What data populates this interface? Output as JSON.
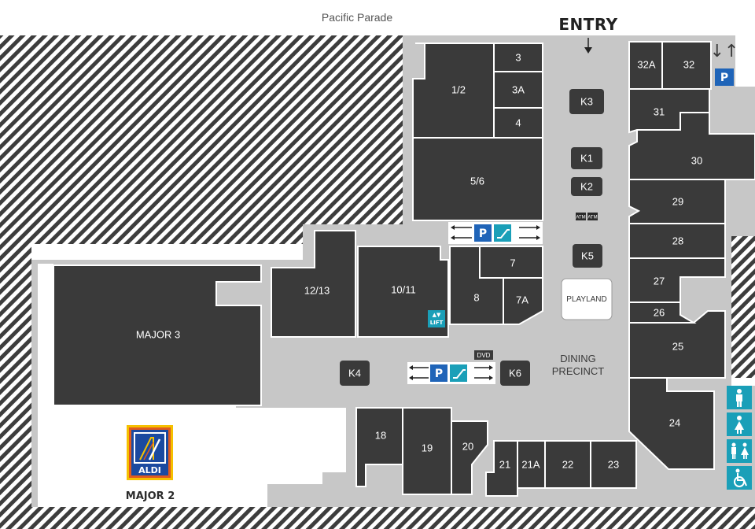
{
  "street": "Pacific Parade",
  "entry": "ENTRY",
  "dining": [
    "DINING",
    "PRECINCT"
  ],
  "playland": "PLAYLAND",
  "aldi": {
    "brand": "ALDI",
    "major": "MAJOR 2",
    "colors": {
      "blue": "#1b4aa0",
      "yellow": "#f5c000",
      "orange": "#e05a1e"
    }
  },
  "shops": {
    "s1_2": "1/2",
    "s3": "3",
    "s3a": "3A",
    "s4": "4",
    "s5_6": "5/6",
    "s7": "7",
    "s7a": "7A",
    "s8": "8",
    "s10_11": "10/11",
    "s12_13": "12/13",
    "major3": "MAJOR 3",
    "s18": "18",
    "s19": "19",
    "s20": "20",
    "s21": "21",
    "s21a": "21A",
    "s22": "22",
    "s23": "23",
    "s24": "24",
    "s25": "25",
    "s26": "26",
    "s27": "27",
    "s28": "28",
    "s29": "29",
    "s30": "30",
    "s31": "31",
    "s32": "32",
    "s32a": "32A"
  },
  "kiosks": {
    "k1": "K1",
    "k2": "K2",
    "k3": "K3",
    "k4": "K4",
    "k5": "K5",
    "k6": "K6"
  },
  "facilities": {
    "atm1": "ATM",
    "atm2": "ATM",
    "dvd": "DVD",
    "lift": "LIFT",
    "parking": "P"
  },
  "colors": {
    "shop": "#3a3a3a",
    "mall": "#c7c7c7",
    "teal": "#1a9fb8",
    "parking_blue": "#1f64b8"
  }
}
